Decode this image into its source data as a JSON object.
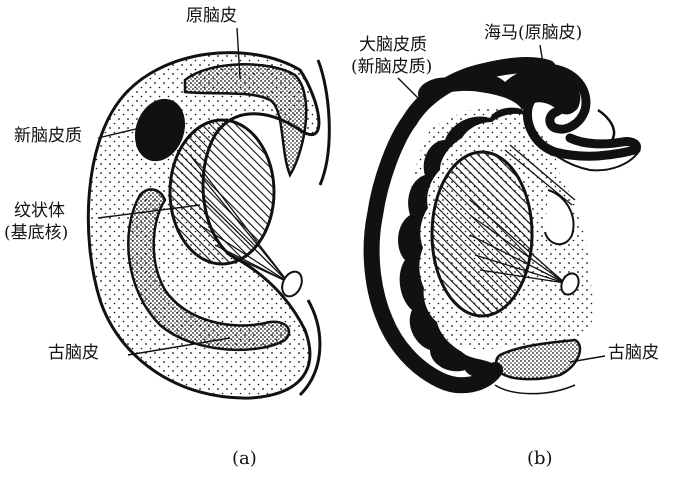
{
  "figure_a": {
    "caption": "(a)",
    "labels": {
      "archicortex": "原脑皮",
      "neocortex": "新脑皮质",
      "striatum_line1": "纹状体",
      "striatum_line2": "(基底核)",
      "paleocortex": "古脑皮"
    }
  },
  "figure_b": {
    "caption": "(b)",
    "labels": {
      "cerebral_cortex_line1": "大脑皮质",
      "cerebral_cortex_line2": "(新脑皮质)",
      "hippocampus": "海马(原脑皮)",
      "paleocortex": "古脑皮"
    }
  },
  "colors": {
    "ink": "#111111",
    "background": "#ffffff"
  }
}
